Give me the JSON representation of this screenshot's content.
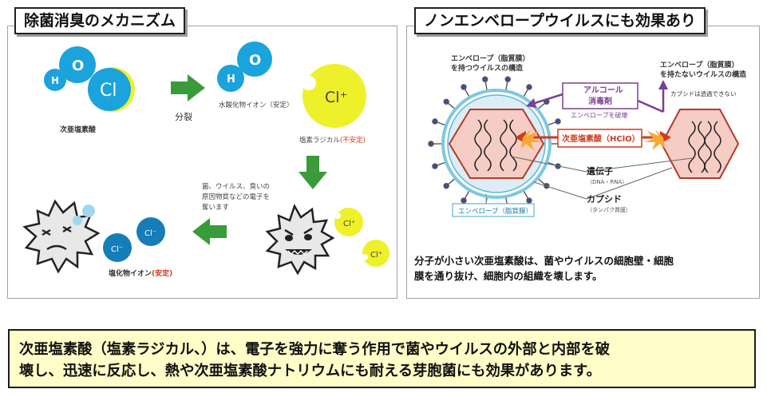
{
  "left_panel": {
    "title": "除菌消臭のメカニズム",
    "molecule_hocl": {
      "h": "H",
      "o": "O",
      "cl": "Cl",
      "label": "次亜塩素酸"
    },
    "step_split": "分裂",
    "molecule_oh": {
      "h": "H",
      "o": "O",
      "label": "水酸化物イオン（安定）"
    },
    "chlorine_radical": {
      "symbol": "Cl⁺",
      "label": "塩素ラジカル",
      "label_note": "(不安定)"
    },
    "note_lines": [
      "菌、ウイルス、臭いの",
      "原因物質などの電子を",
      "奪います"
    ],
    "ion_symbol_right": "Cl⁺",
    "ion_symbol_left": "Cl⁻",
    "chloride_label": "塩化物イオン",
    "chloride_label_note": "(安定)"
  },
  "right_panel": {
    "title": "ノンエンベロープウイルスにも効果あり",
    "left_virus_label": [
      "エンベロープ（脂質膜）",
      "を持つウイルスの構造"
    ],
    "right_virus_label": [
      "エンベロープ（脂質膜）",
      "を持たないウイルスの構造"
    ],
    "alcohol_box": [
      "アルコール",
      "消毒剤"
    ],
    "alcohol_note": "エンベロープを破壊",
    "capsid_note": "カプシドは透過できない",
    "hocl_label": "次亜塩素酸（HClO）",
    "gene_label": "遺伝子",
    "gene_sub": "（DNA・RNA）",
    "capsid_label": "カプシド",
    "capsid_sub": "（タンパク質膜）",
    "envelope_label": "エンベロープ（脂質膜）",
    "description": [
      "分子が小さい次亜塩素酸は、菌やウイルスの細胞壁・細胞",
      "膜を通り抜け、細胞内の組織を壊します。"
    ]
  },
  "summary": {
    "lines": [
      "次亜塩素酸（塩素ラジカル、）は、電子を強力に奪う作用で菌やウイルスの外部と内部を破",
      "壊し、迅速に反応し、熱や次亜塩素酸ナトリウムにも耐える芽胞菌にも効果があります。"
    ]
  },
  "colors": {
    "blue_atom": "#1aa3dc",
    "yellow_atom": "#eef02a",
    "arrow_green": "#3a9b3a",
    "purple": "#7b3f98",
    "red": "#d23a1f",
    "virus_pink": "#f6cdc4",
    "summary_bg": "#fffec8"
  }
}
